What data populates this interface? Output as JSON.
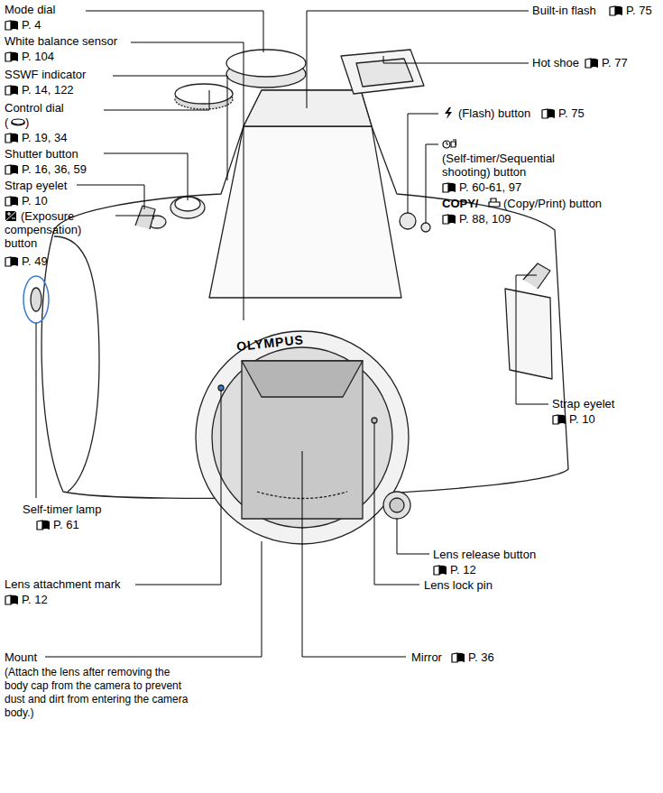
{
  "diagram": {
    "labels": [
      "Mode dial",
      "P. 4",
      "White balance sensor",
      "P. 104",
      "SSWF indicator",
      "P. 14, 122",
      "Control dial",
      "(",
      ")",
      "P. 19, 34",
      "Shutter button",
      "P. 16, 36, 59",
      "Strap eyelet",
      "P. 10",
      "(Exposure compensation) button",
      "P. 49",
      "Self-timer lamp",
      "P. 61",
      "Lens attachment mark",
      "P. 12",
      "Mount",
      "(Attach the lens after removing the body cap from the camera to prevent dust and dirt from entering the camera body.)",
      "Mirror",
      "P. 36",
      "Lens lock pin",
      "Lens release button",
      "P. 12",
      "Strap eyelet",
      "P. 10",
      "Built-in flash",
      "P. 75",
      "Hot shoe",
      "P. 77",
      "(Flash) button",
      "P. 75",
      "(Self-timer/Sequential shooting) button",
      "P. 60-61, 97",
      "COPY/",
      "(Copy/Print) button",
      "P. 88, 109",
      "OLYMPUS"
    ]
  }
}
